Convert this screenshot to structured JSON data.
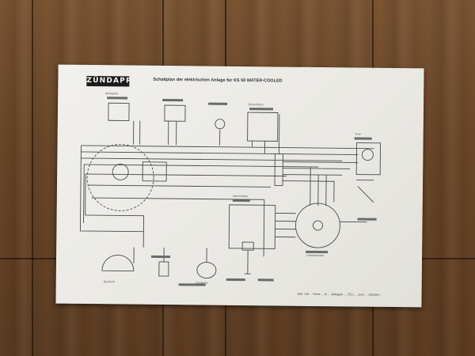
{
  "document": {
    "brand": "ZÜNDAPP",
    "title": "Schaltplan der elektrischen Anlage für KS 50 WATER-COOLED",
    "footer": "Inbr. mit ... Kreis ... in ... Anlagen ... (TC) ... zum ... Zeichen",
    "component_labels": {
      "generator": "Lichtmaschine",
      "ignition_coil": "Zündspule",
      "horn": "Horn",
      "tail_light": "Rücklicht",
      "regulator": "Gleichrichter",
      "switch": "Zündschloss",
      "indicator_relay": "Blinkgeber"
    }
  }
}
